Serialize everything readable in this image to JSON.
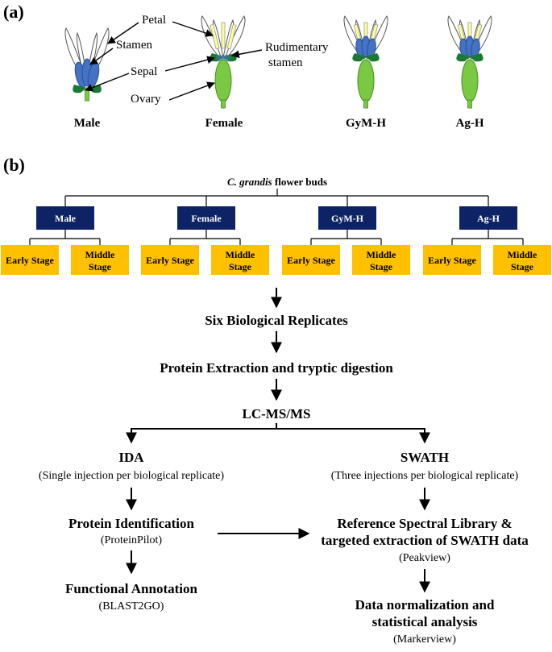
{
  "panel_a": {
    "label": "(a)",
    "flowers": [
      {
        "name": "Male"
      },
      {
        "name": "Female"
      },
      {
        "name": "GyM-H"
      },
      {
        "name": "Ag-H"
      }
    ],
    "parts": {
      "petal": "Petal",
      "stamen": "Stamen",
      "sepal": "Sepal",
      "ovary": "Ovary",
      "rudimentary_1": "Rudimentary",
      "rudimentary_2": "stamen"
    },
    "colors": {
      "petal": "#ffffff",
      "stamen": "#4472c4",
      "rudimentary_stamen": "#ffff99",
      "sepal": "#1a7a33",
      "ovary": "#7ac943"
    }
  },
  "panel_b": {
    "label": "(b)",
    "root_italic": "C. grandis",
    "root_rest": " flower buds",
    "groups": [
      {
        "name": "Male",
        "stages": [
          "Early Stage",
          "Middle",
          "Stage"
        ]
      },
      {
        "name": "Female",
        "stages": [
          "Early Stage",
          "Middle",
          "Stage"
        ]
      },
      {
        "name": "GyM-H",
        "stages": [
          "Early Stage",
          "Middle",
          "Stage"
        ]
      },
      {
        "name": "Ag-H",
        "stages": [
          "Early Stage",
          "Middle",
          "Stage"
        ]
      }
    ],
    "colors": {
      "group_box": "#0d2366",
      "stage_box": "#ffc000"
    },
    "steps": {
      "replicates": "Six Biological Replicates",
      "extraction": "Protein Extraction and tryptic digestion",
      "lcms": "LC-MS/MS"
    },
    "ida": {
      "title": "IDA",
      "subtitle": "(Single injection per biological replicate)",
      "identification": "Protein Identification",
      "identification_tool": "(ProteinPilot)",
      "annotation": "Functional Annotation",
      "annotation_tool": "(BLAST2GO)"
    },
    "swath": {
      "title": "SWATH",
      "subtitle": "(Three injections per biological replicate)",
      "library_line1": "Reference Spectral Library &",
      "library_line2": "targeted extraction of SWATH data",
      "library_tool": "(Peakview)",
      "normalization_line1": "Data normalization and",
      "normalization_line2": "statistical analysis",
      "normalization_tool": "(Markerview)"
    }
  }
}
